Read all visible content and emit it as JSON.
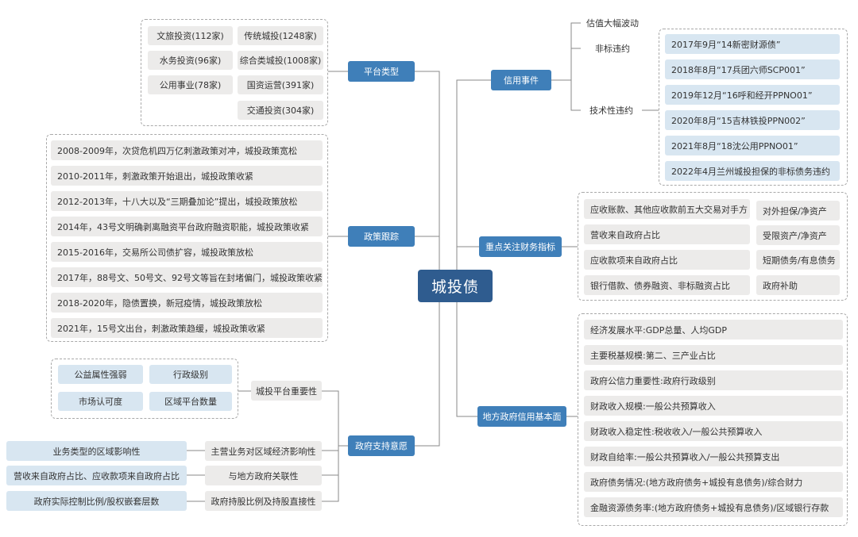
{
  "center": "城投债",
  "platform_type": {
    "label": "平台类型",
    "items": [
      "文旅投资(112家)",
      "传统城投(1248家)",
      "水务投资(96家)",
      "综合类城投(1008家)",
      "公用事业(78家)",
      "国资运营(391家)",
      "交通投资(304家)"
    ]
  },
  "policy": {
    "label": "政策跟踪",
    "items": [
      "2008-2009年，次贷危机四万亿刺激政策对冲，城投政策宽松",
      "2010-2011年，刺激政策开始退出，城投政策收紧",
      "2012-2013年，十八大以及“三期叠加论”提出，城投政策放松",
      "2014年，43号文明确剥离融资平台政府融资职能，城投政策收紧",
      "2015-2016年，交易所公司债扩容，城投政策放松",
      "2017年，88号文、50号文、92号文等旨在封堵偏门，城投政策收紧",
      "2018-2020年，隐债置换，新冠疫情，城投政策放松",
      "2021年，15号文出台，刺激政策趋缓，城投政策收紧"
    ]
  },
  "gov_support": {
    "label": "政府支持意愿",
    "importance": {
      "label": "城投平台重要性",
      "items": [
        "公益属性强弱",
        "行政级别",
        "市场认可度",
        "区域平台数量"
      ]
    },
    "business": {
      "label": "主营业务对区域经济影响性",
      "leaf": "业务类型的区域影响性"
    },
    "relation": {
      "label": "与地方政府关联性",
      "leaf": "营收来自政府占比、应收款项来自政府占比"
    },
    "holding": {
      "label": "政府持股比例及持股直接性",
      "leaf": "政府实际控制比例/股权嵌套层数"
    }
  },
  "credit_events": {
    "label": "信用事件",
    "valuation": "估值大幅波动",
    "nonstandard": "非标违约",
    "technical": {
      "label": "技术性违约",
      "items": [
        "2017年9月“14新密财源债”",
        "2018年8月“17兵团六师SCP001”",
        "2019年12月“16呼和经开PPNO01”",
        "2020年8月“15吉林铁投PPN002”",
        "2021年8月“18沈公用PPNO01”",
        "2022年4月兰州城投担保的非标债务违约"
      ]
    }
  },
  "financial": {
    "label": "重点关注财务指标",
    "left": [
      "应收账款、其他应收款前五大交易对手方",
      "营收来自政府占比",
      "应收款项来自政府占比",
      "银行借款、债券融资、非标融资占比"
    ],
    "right": [
      "对外担保/净资产",
      "受限资产/净资产",
      "短期债务/有息债务",
      "政府补助"
    ]
  },
  "local_gov": {
    "label": "地方政府信用基本面",
    "items": [
      "经济发展水平:GDP总量、人均GDP",
      "主要税基规模:第二、三产业占比",
      "政府公信力重要性:政府行政级别",
      "财政收入规模:一般公共预算收入",
      "财政收入稳定性:税收收入/一般公共预算收入",
      "财政自给率:一般公共预算收入/一般公共预算支出",
      "政府债务情况:(地方政府债务+城投有息债务)/综合财力",
      "金融资源债务率:(地方政府债务+城投有息债务)/区域银行存款"
    ]
  }
}
